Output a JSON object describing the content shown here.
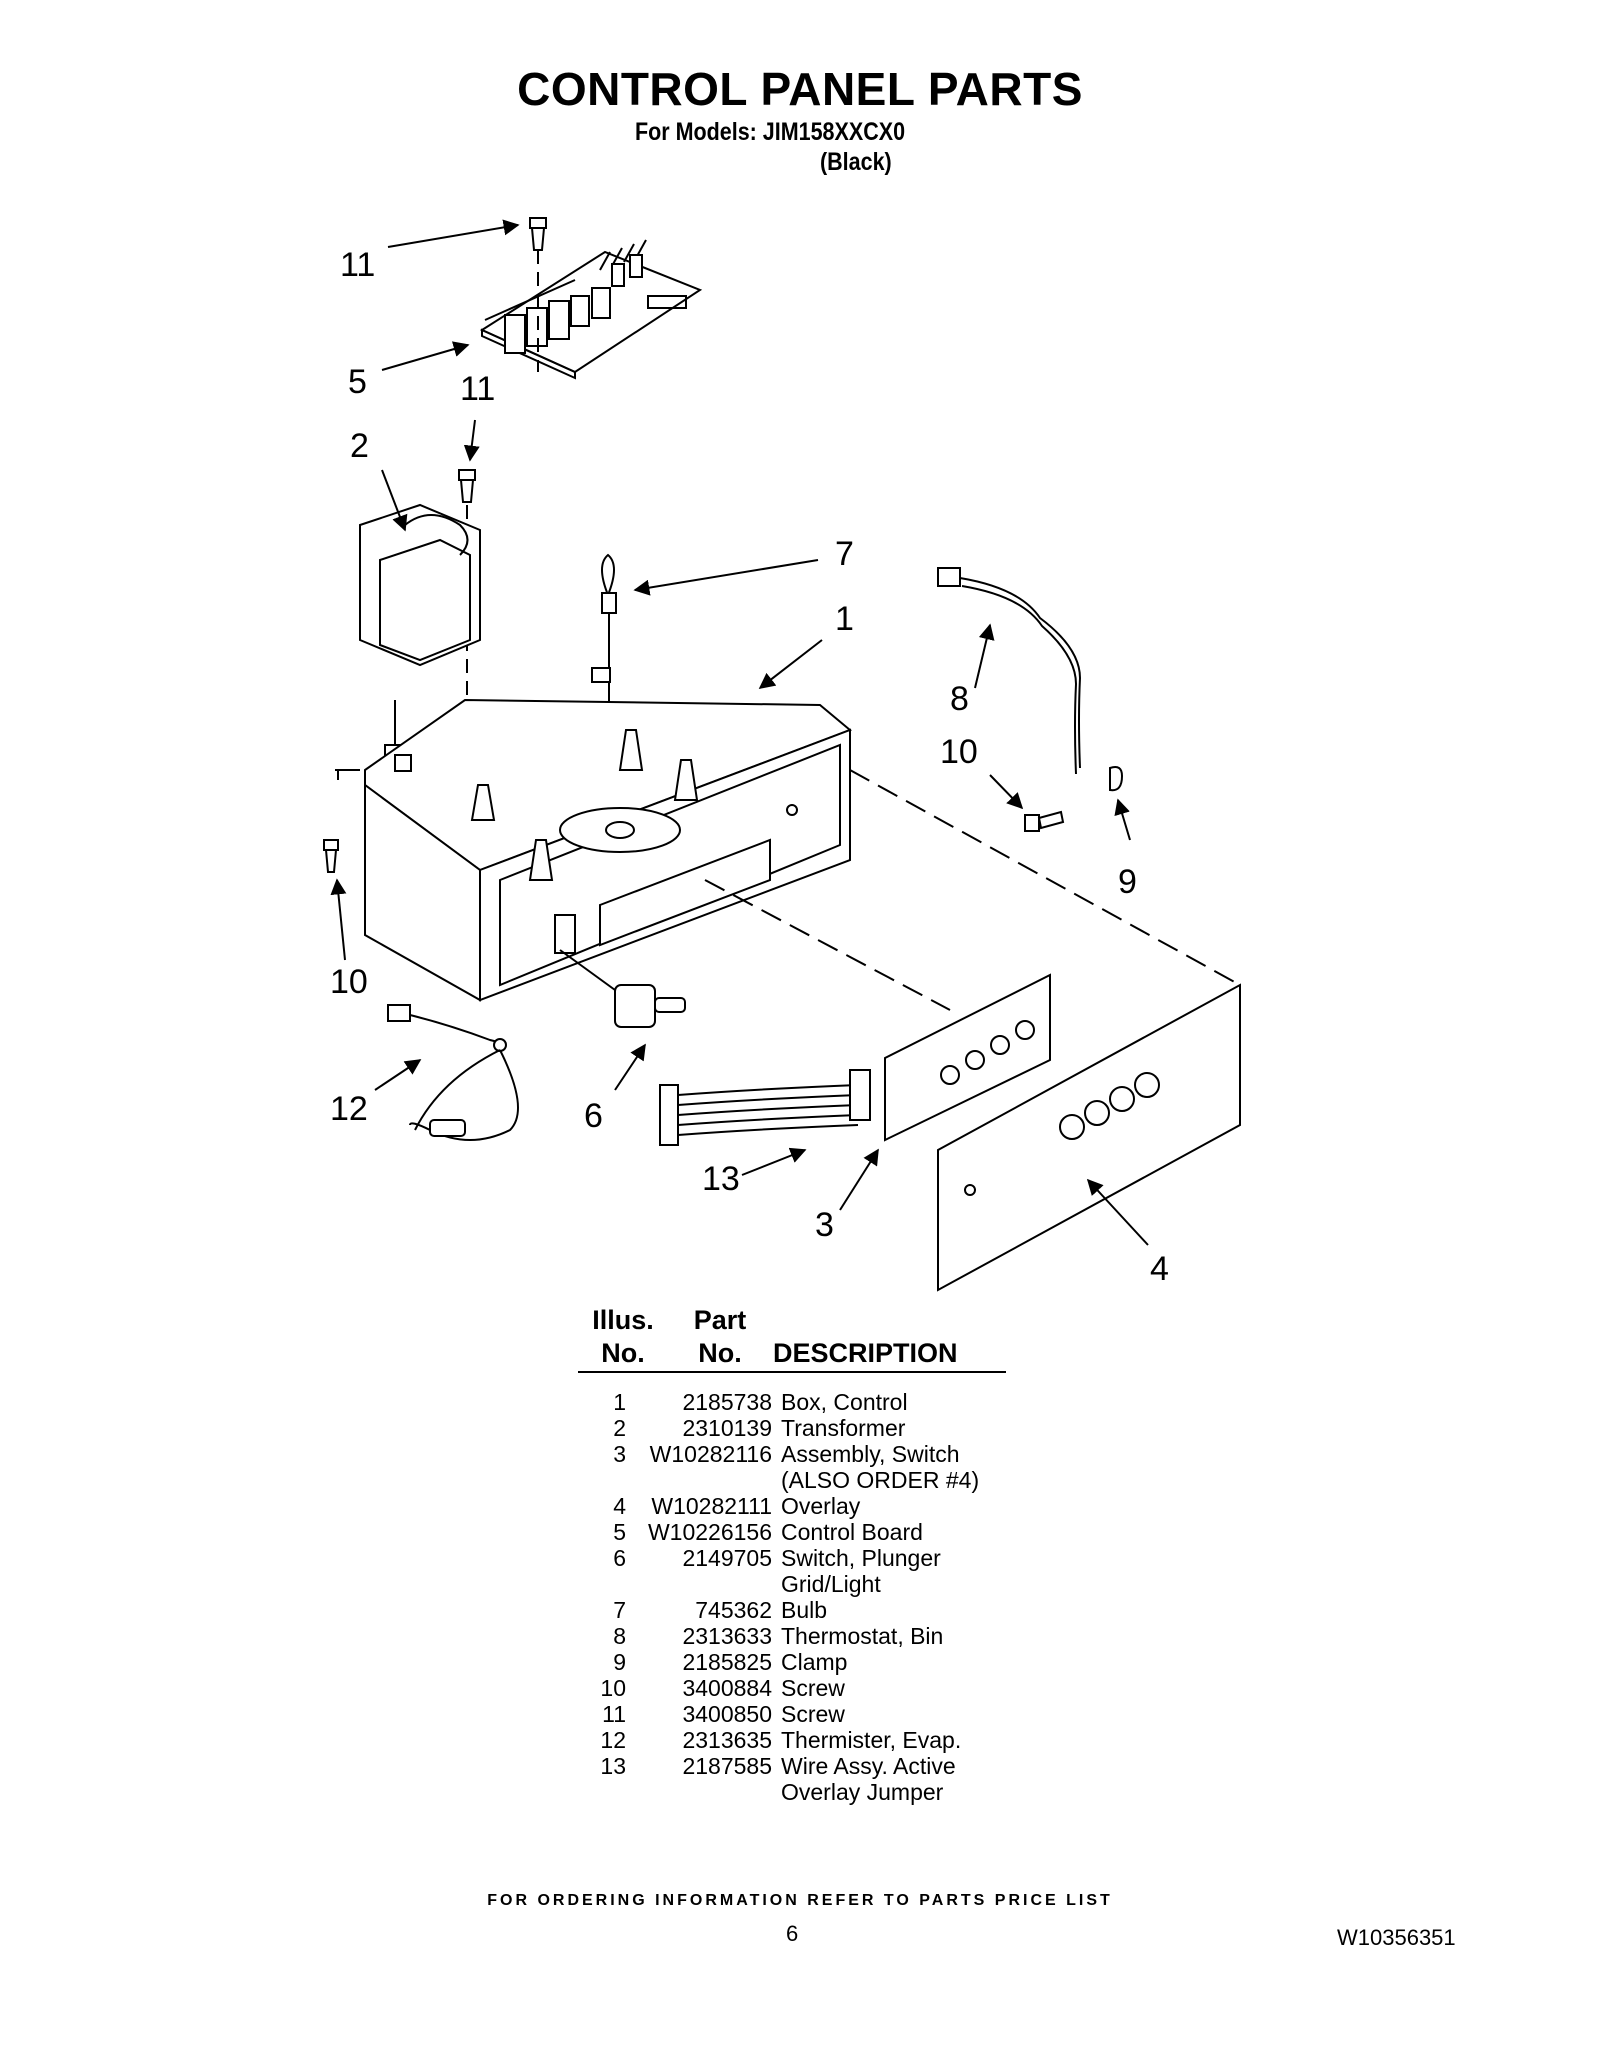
{
  "header": {
    "title": "CONTROL PANEL PARTS",
    "models_line": "For Models: JIM158XXCX0",
    "color_line": "(Black)"
  },
  "callouts": {
    "c11_top": "11",
    "c5": "5",
    "c11_mid": "11",
    "c2": "2",
    "c7": "7",
    "c1": "1",
    "c8": "8",
    "c10_right": "10",
    "c9": "9",
    "c10_left": "10",
    "c12": "12",
    "c6": "6",
    "c13": "13",
    "c3": "3",
    "c4": "4"
  },
  "table": {
    "header_illus": "Illus.",
    "header_illus_no": "No.",
    "header_part": "Part",
    "header_part_no": "No.",
    "header_description": "DESCRIPTION",
    "rows": [
      {
        "num": "1",
        "part": "2185738",
        "desc": "Box, Control"
      },
      {
        "num": "2",
        "part": "2310139",
        "desc": "Transformer"
      },
      {
        "num": "3",
        "part": "W10282116",
        "desc": "Assembly, Switch"
      },
      {
        "num": "",
        "part": "",
        "desc": "(ALSO ORDER #4)"
      },
      {
        "num": "4",
        "part": "W10282111",
        "desc": "Overlay"
      },
      {
        "num": "5",
        "part": "W10226156",
        "desc": "Control Board"
      },
      {
        "num": "6",
        "part": "2149705",
        "desc": "Switch, Plunger"
      },
      {
        "num": "",
        "part": "",
        "desc": "Grid/Light"
      },
      {
        "num": "7",
        "part": "745362",
        "desc": "Bulb"
      },
      {
        "num": "8",
        "part": "2313633",
        "desc": "Thermostat, Bin"
      },
      {
        "num": "9",
        "part": "2185825",
        "desc": "Clamp"
      },
      {
        "num": "10",
        "part": "3400884",
        "desc": "Screw"
      },
      {
        "num": "11",
        "part": "3400850",
        "desc": "Screw"
      },
      {
        "num": "12",
        "part": "2313635",
        "desc": "Thermister, Evap."
      },
      {
        "num": "13",
        "part": "2187585",
        "desc": "Wire Assy. Active"
      },
      {
        "num": "",
        "part": "",
        "desc": "Overlay Jumper"
      }
    ]
  },
  "footer": {
    "note": "FOR ORDERING INFORMATION REFER TO PARTS PRICE LIST",
    "page_number": "6",
    "doc_code": "W10356351"
  }
}
